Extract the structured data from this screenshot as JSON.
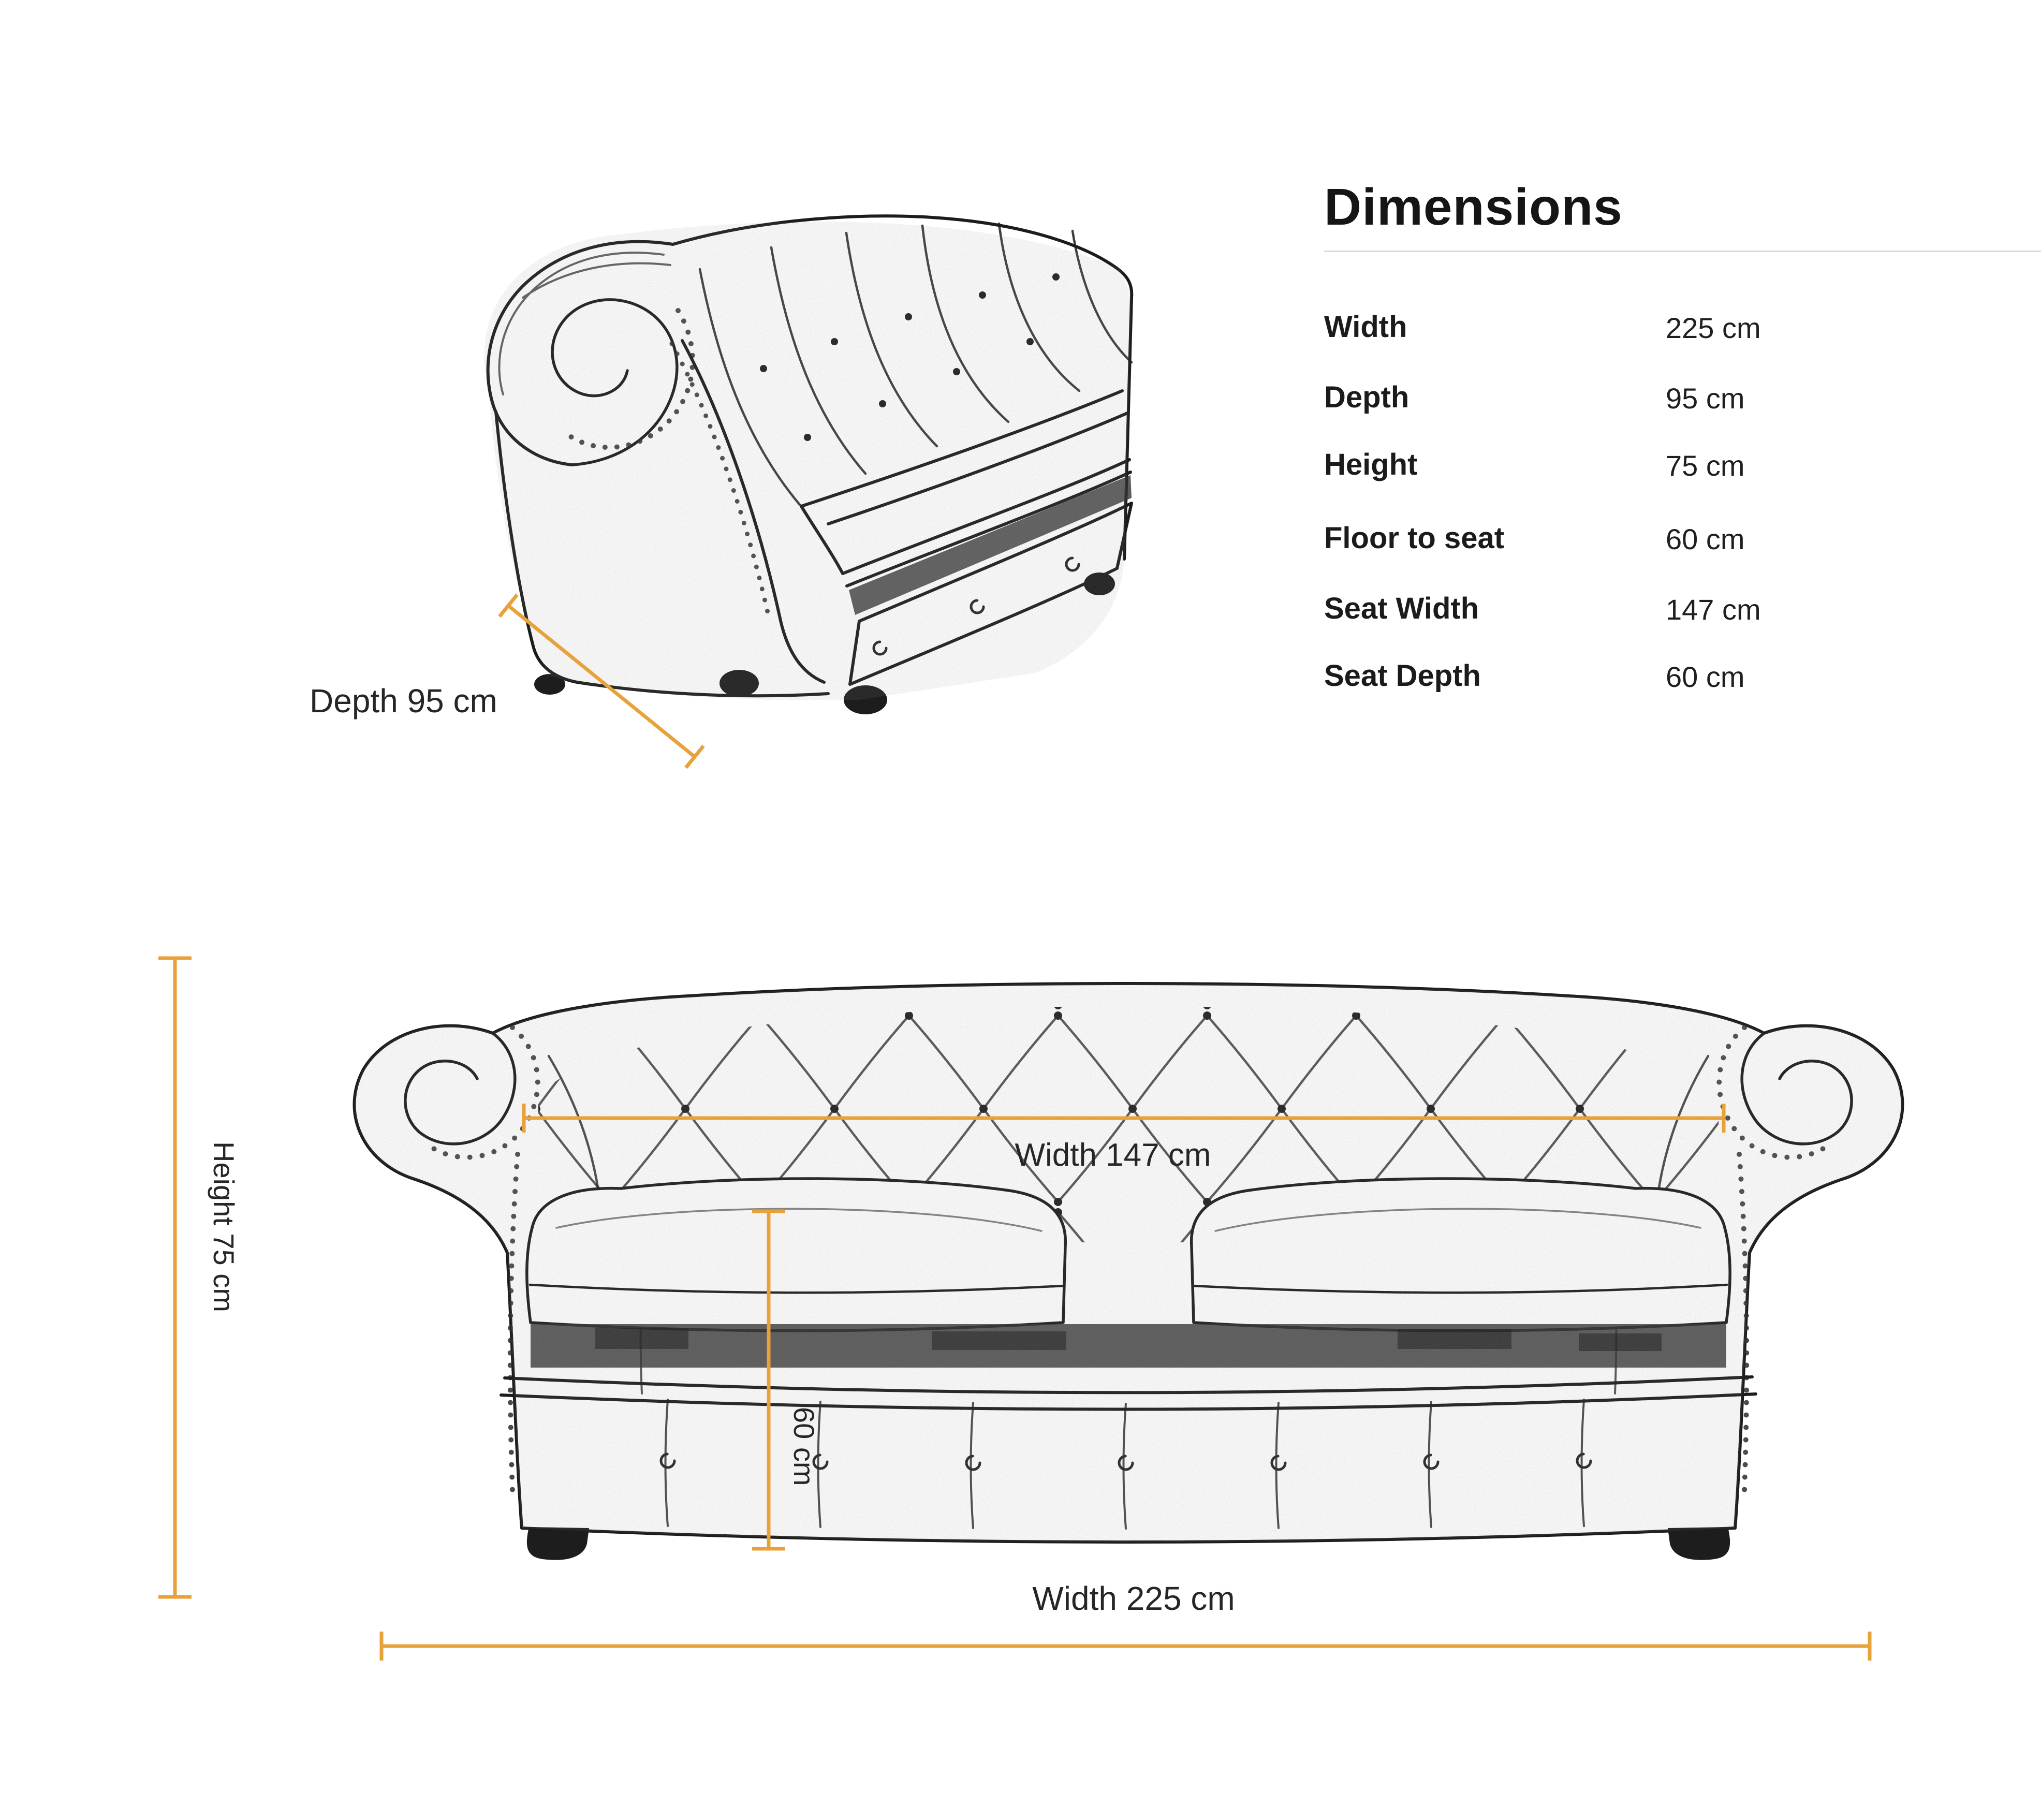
{
  "page": {
    "background": "#ffffff",
    "accent_color": "#E8A23B",
    "sketch_ink": "#1c1c1c"
  },
  "dimensions_panel": {
    "title": "Dimensions",
    "rows": [
      {
        "label": "Width",
        "value": "225 cm"
      },
      {
        "label": "Depth",
        "value": "95 cm"
      },
      {
        "label": "Height",
        "value": "75 cm"
      },
      {
        "label": "Floor to seat",
        "value": "60 cm"
      },
      {
        "label": "Seat Width",
        "value": "147 cm"
      },
      {
        "label": "Seat Depth",
        "value": "60 cm"
      }
    ]
  },
  "annotations": {
    "depth": "Depth 95 cm",
    "height": "Height 75 cm",
    "seat_width": "Width 147 cm",
    "floor_to_seat": "60 cm",
    "overall_width": "Width 225 cm"
  },
  "illustrations": {
    "side_view": "sofa-side-view-sketch",
    "front_view": "sofa-front-view-sketch"
  }
}
